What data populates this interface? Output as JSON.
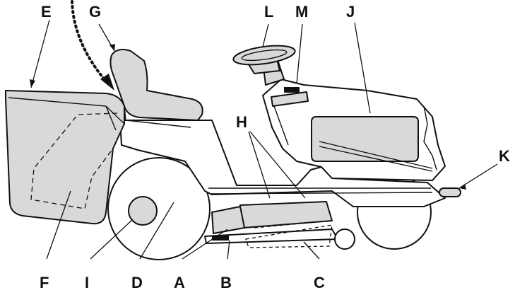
{
  "callouts": {
    "A": "A",
    "B": "B",
    "C": "C",
    "D": "D",
    "E": "E",
    "F": "F",
    "G": "G",
    "H": "H",
    "I": "I",
    "J": "J",
    "K": "K",
    "L": "L",
    "M": "M"
  },
  "colors": {
    "outline": "#111111",
    "fill_light": "#d9d9d9",
    "fill_white": "#ffffff"
  }
}
